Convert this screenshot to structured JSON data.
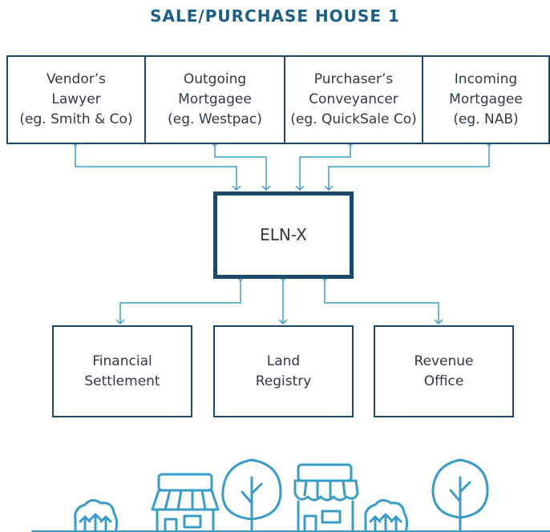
{
  "title": "SALE/PURCHASE HOUSE 1",
  "parties": [
    {
      "line1": "Vendor’s",
      "line2": "Lawyer",
      "line3": "(eg. Smith & Co)"
    },
    {
      "line1": "Outgoing",
      "line2": "Mortgagee",
      "line3": "(eg. Westpac)"
    },
    {
      "line1": "Purchaser’s",
      "line2": "Conveyancer",
      "line3": "(eg. QuickSale Co)"
    },
    {
      "line1": "Incoming",
      "line2": "Mortgagee",
      "line3": "(eg. NAB)"
    }
  ],
  "hub": {
    "label": "ELN-X"
  },
  "services": [
    {
      "line1": "Financial",
      "line2": "Settlement"
    },
    {
      "line1": "Land",
      "line2": "Registry"
    },
    {
      "line1": "Revenue",
      "line2": "Office"
    }
  ],
  "colors": {
    "border": "#1b4a6b",
    "arrow": "#3a9cc6",
    "title": "#1e5f85",
    "illustration": "#3a9cc6"
  }
}
